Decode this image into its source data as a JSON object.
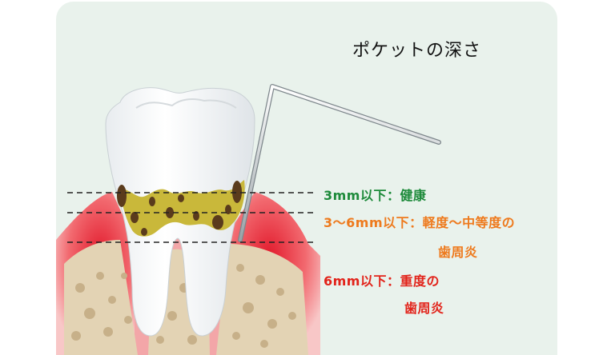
{
  "title": "ポケットの深さ",
  "levels": [
    {
      "label": "3mm以下：健康",
      "color": "#1d8a3a"
    },
    {
      "label_line1": "3〜6mm以下：軽度〜中等度の",
      "label_line2": "歯周炎",
      "color": "#ee7a1d"
    },
    {
      "label_line1": "6mm以下：重度の",
      "label_line2": "歯周炎",
      "color": "#e2231a"
    }
  ],
  "colors": {
    "background_panel": "#e9f2ec",
    "gum": "#e8474f",
    "bone": "#e3d3b4",
    "tooth": "#ffffff",
    "plaque": "#c9b83a",
    "tartar": "#5a3b1c"
  },
  "icons": [
    "tooth-icon",
    "periodontal-probe-icon",
    "gum-icon",
    "bone-icon",
    "plaque-icon"
  ]
}
